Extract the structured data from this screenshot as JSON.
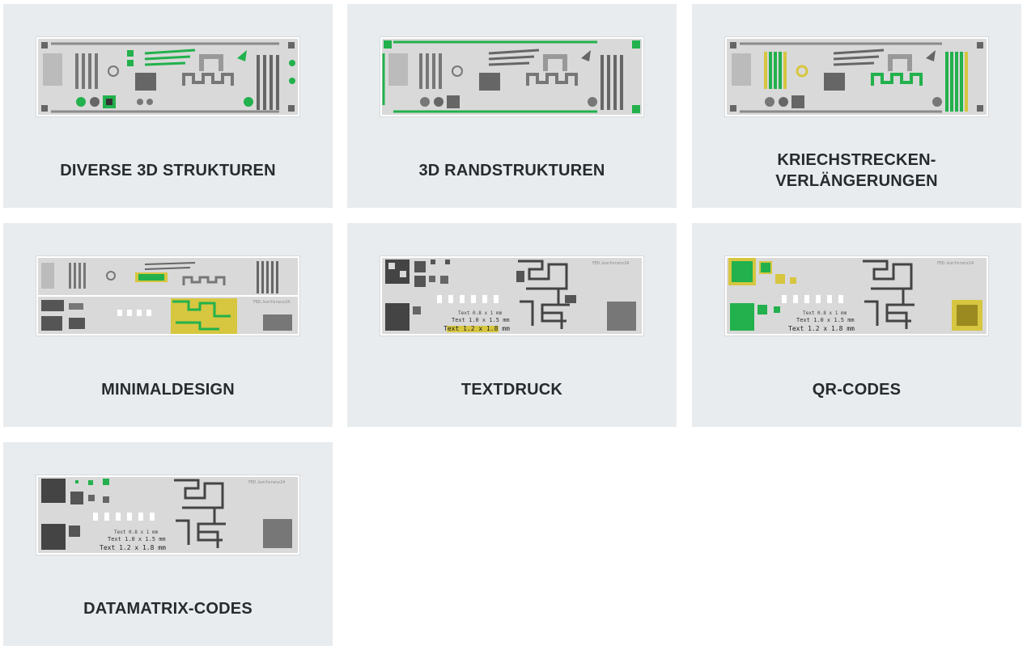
{
  "cards": [
    {
      "label": "DIVERSE 3D STRUKTUREN",
      "highlight": "green-structures"
    },
    {
      "label": "3D RANDSTRUKTUREN",
      "highlight": "green-edges"
    },
    {
      "label": "KRIECHSTRECKEN-\nVERLÄNGERUNGEN",
      "highlight": "green-yellow-creepage"
    },
    {
      "label": "MINIMALDESIGN",
      "highlight": "green-yellow-mixed"
    },
    {
      "label": "TEXTDRUCK",
      "highlight": "yellow-text"
    },
    {
      "label": "QR-CODES",
      "highlight": "yellow-green-qr"
    },
    {
      "label": "DATAMATRIX-CODES",
      "highlight": "green-datamatrix"
    }
  ],
  "colors": {
    "card_bg": "#e8ecee",
    "label": "#262b2e",
    "board": "#d9d9d9",
    "trace": "#8a8a8a",
    "dark": "#555555",
    "green": "#22b14c",
    "yellow": "#d6c640"
  },
  "thumb_text": {
    "conference": "FED.konferenz24",
    "text_lines": [
      "Text 0.8 x 1 mm",
      "Text 1.0 x 1.5 mm",
      "Text 1.2 x 1.8 mm"
    ]
  }
}
